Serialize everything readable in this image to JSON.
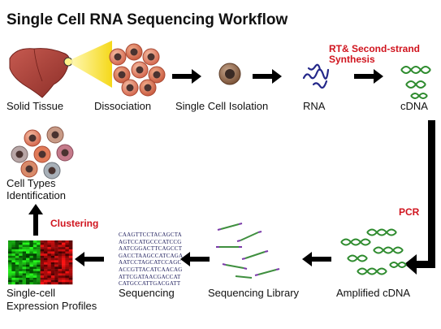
{
  "title": "Single Cell RNA Sequencing Workflow",
  "steps": {
    "solid_tissue": "Solid Tissue",
    "dissociation": "Dissociation",
    "single_cell_isolation": "Single Cell Isolation",
    "rna": "RNA",
    "cdna": "cDNA",
    "amplified_cdna": "Amplified cDNA",
    "sequencing_library": "Sequencing Library",
    "sequencing": "Sequencing",
    "expression_profiles_line1": "Single-cell",
    "expression_profiles_line2": "Expression Profiles",
    "cell_types_line1": "Cell Types",
    "cell_types_line2": "Identification"
  },
  "process_labels": {
    "rt_line1": "RT& Second-strand",
    "rt_line2": "Synthesis",
    "pcr": "PCR",
    "clustering": "Clustering"
  },
  "sequence_lines": [
    "CAAGTTCCTACAGCTA",
    "AGTCCATGCCCATCCG",
    "AATCGGACTTCAGCCT",
    "GACCTAAGCCATCAGA",
    "AATCCTAGCATCCAGC",
    "ACCGTTACATCAACAG",
    "ATTCGATAACGACCAT",
    "CATGCCATTGACGATT"
  ],
  "colors": {
    "accent_red": "#d0141e",
    "liver": "#a8403a",
    "cell_pink": "#e8836e",
    "dna_green": "#2e8b2e",
    "arrow": "#000000"
  }
}
